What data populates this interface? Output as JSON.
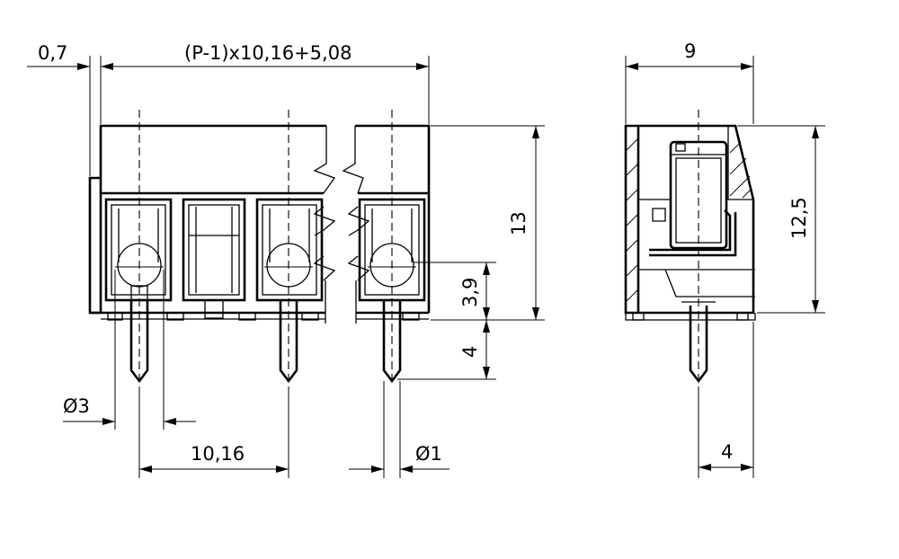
{
  "front_view": {
    "dim_offset": "0,7",
    "dim_total_length": "(P-1)x10,16+5,08",
    "dim_height": "13",
    "dim_pin_offset": "3,9",
    "dim_pin_length": "4",
    "dim_hole_diameter": "Ø3",
    "dim_pitch": "10,16",
    "dim_pin_diameter": "Ø1"
  },
  "side_view": {
    "dim_width": "9",
    "dim_height": "12,5",
    "dim_pin_position": "4"
  },
  "colors": {
    "line": "#000000",
    "background": "#ffffff"
  }
}
